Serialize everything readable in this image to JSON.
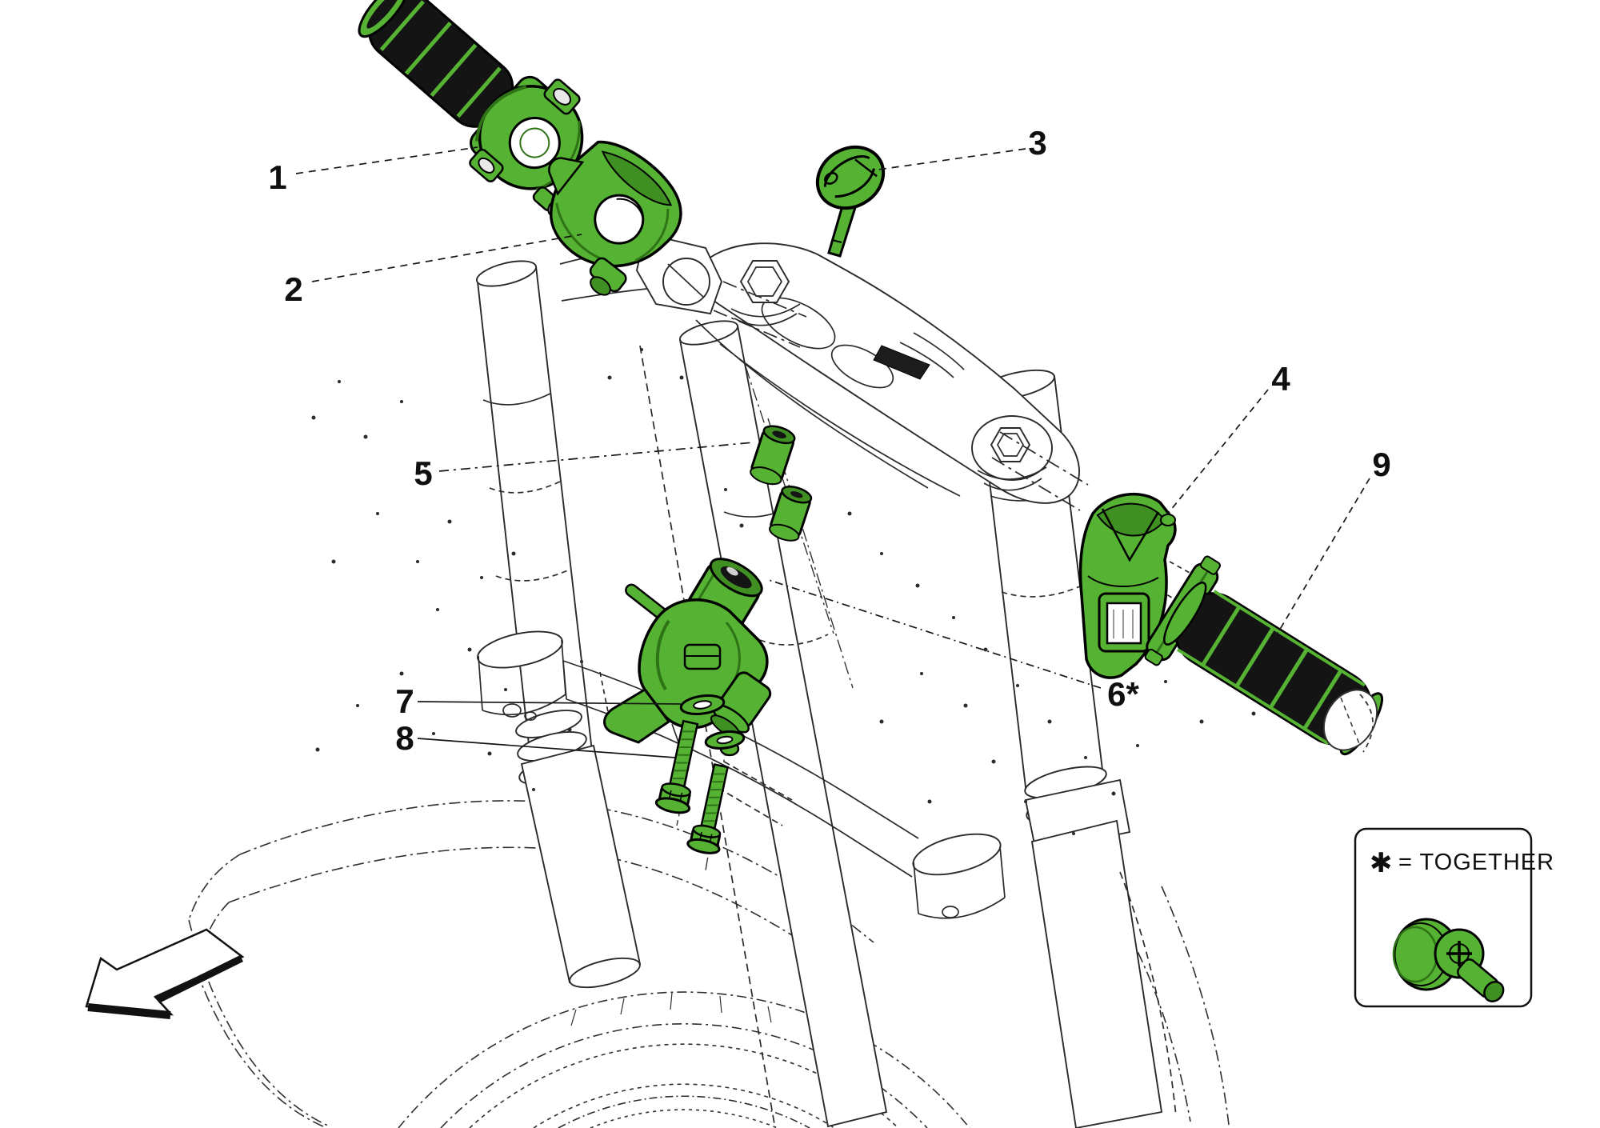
{
  "diagram": {
    "type": "exploded-parts-diagram",
    "background_color": "#ffffff",
    "line_color": "#2a2a2a",
    "highlight_color": "#55b233",
    "highlight_shade": "#3f8f22"
  },
  "callouts": [
    {
      "id": "1",
      "label": "1"
    },
    {
      "id": "2",
      "label": "2"
    },
    {
      "id": "3",
      "label": "3"
    },
    {
      "id": "4",
      "label": "4"
    },
    {
      "id": "5",
      "label": "5"
    },
    {
      "id": "6",
      "label": "6*"
    },
    {
      "id": "7",
      "label": "7"
    },
    {
      "id": "8",
      "label": "8"
    },
    {
      "id": "9",
      "label": "9"
    }
  ],
  "legend": {
    "symbol": "✱",
    "text": "= TOGETHER"
  }
}
